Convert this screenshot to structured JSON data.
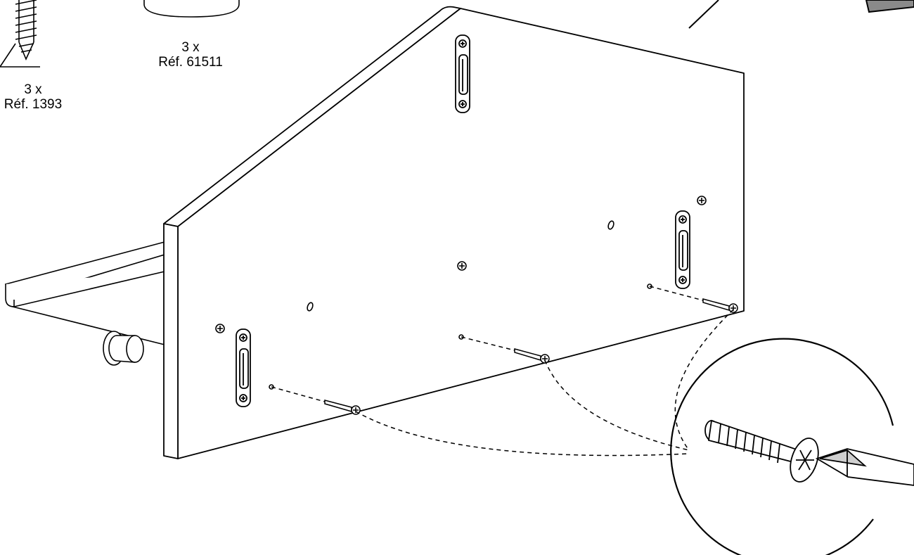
{
  "parts": {
    "screw": {
      "quantity": "3 x",
      "reference": "Réf. 1393"
    },
    "dowel": {
      "quantity": "3 x",
      "reference": "Réf. 61511"
    }
  },
  "colors": {
    "line": "#000000",
    "background": "#ffffff",
    "tool_shade": "#8a8a8a"
  },
  "icons": [
    "screw-icon",
    "dowel-icon",
    "screwdriver-icon",
    "bracket-icon",
    "screw-head-icon"
  ]
}
